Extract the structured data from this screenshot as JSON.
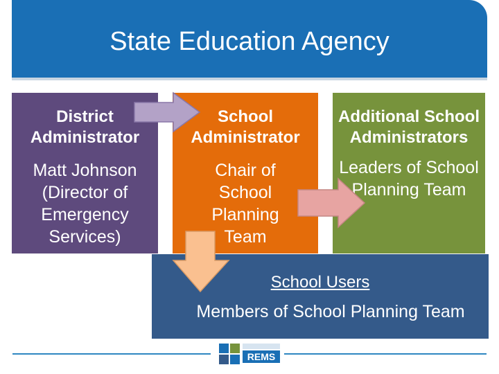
{
  "header": {
    "title": "State Education Agency"
  },
  "district": {
    "heading": "District Administrator",
    "body": "Matt Johnson (Director of Emergency Services)"
  },
  "school_admin": {
    "heading": "School Administrator",
    "body": "Chair of School Planning Team"
  },
  "additional": {
    "heading": "Additional School Administrators",
    "body": "Leaders of School Planning Team"
  },
  "users": {
    "heading": "School Users",
    "body": "Members of School Planning Team"
  },
  "logo": {
    "text": "REMS"
  },
  "colors": {
    "banner": "#1a6fb5",
    "district": "#5e4a7d",
    "school_admin": "#e46c0a",
    "additional": "#77933c",
    "users": "#345a8a",
    "arrow_purple": "#b3a2c7",
    "arrow_pink": "#e7a4a2",
    "arrow_peach": "#fac090"
  }
}
